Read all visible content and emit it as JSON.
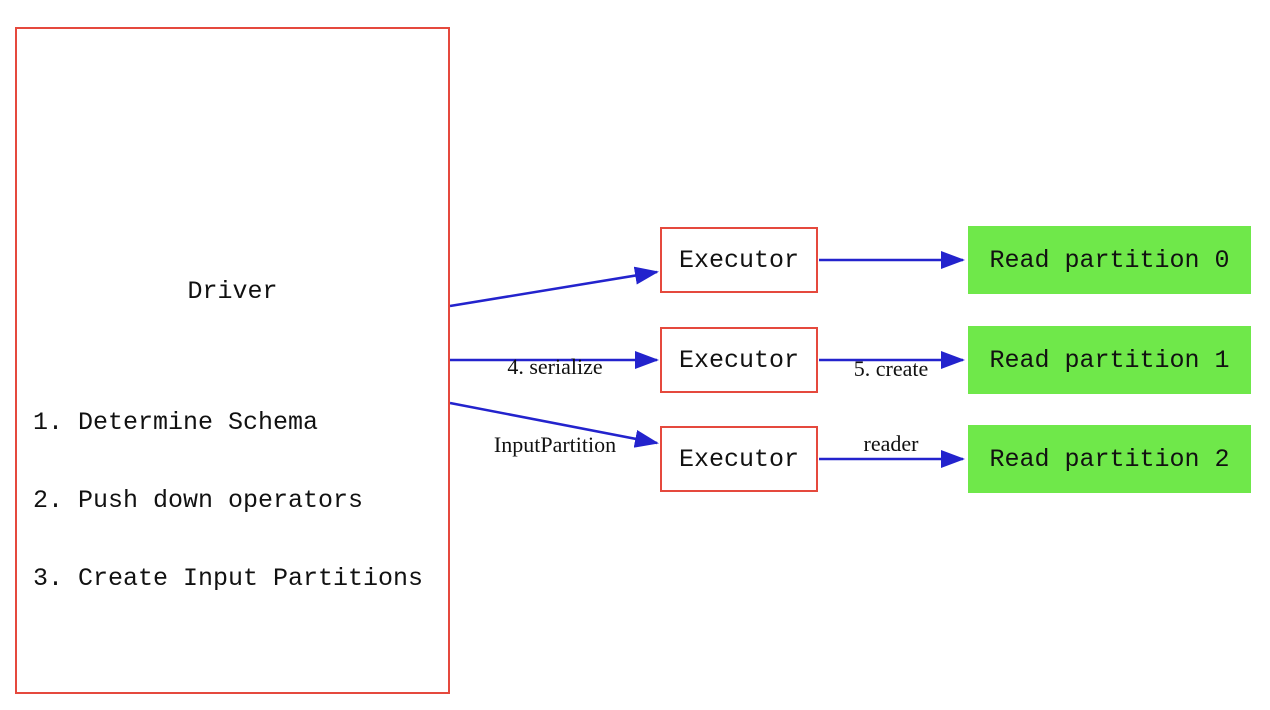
{
  "diagram": {
    "driver": {
      "title": "Driver",
      "steps": [
        "1. Determine Schema",
        "2. Push down operators",
        "3. Create Input Partitions"
      ]
    },
    "executors": [
      "Executor",
      "Executor",
      "Executor"
    ],
    "partitions": [
      "Read partition 0",
      "Read partition 1",
      "Read partition 2"
    ],
    "edge_labels": {
      "serialize": {
        "line1": "4. serialize",
        "line2": "InputPartition"
      },
      "create_reader": {
        "line1": "5. create",
        "line2": "reader"
      }
    },
    "colors": {
      "box_border": "#e5493d",
      "arrow": "#2323cd",
      "partition_fill": "#6fe84a",
      "text": "#111111",
      "bg": "#ffffff"
    }
  }
}
